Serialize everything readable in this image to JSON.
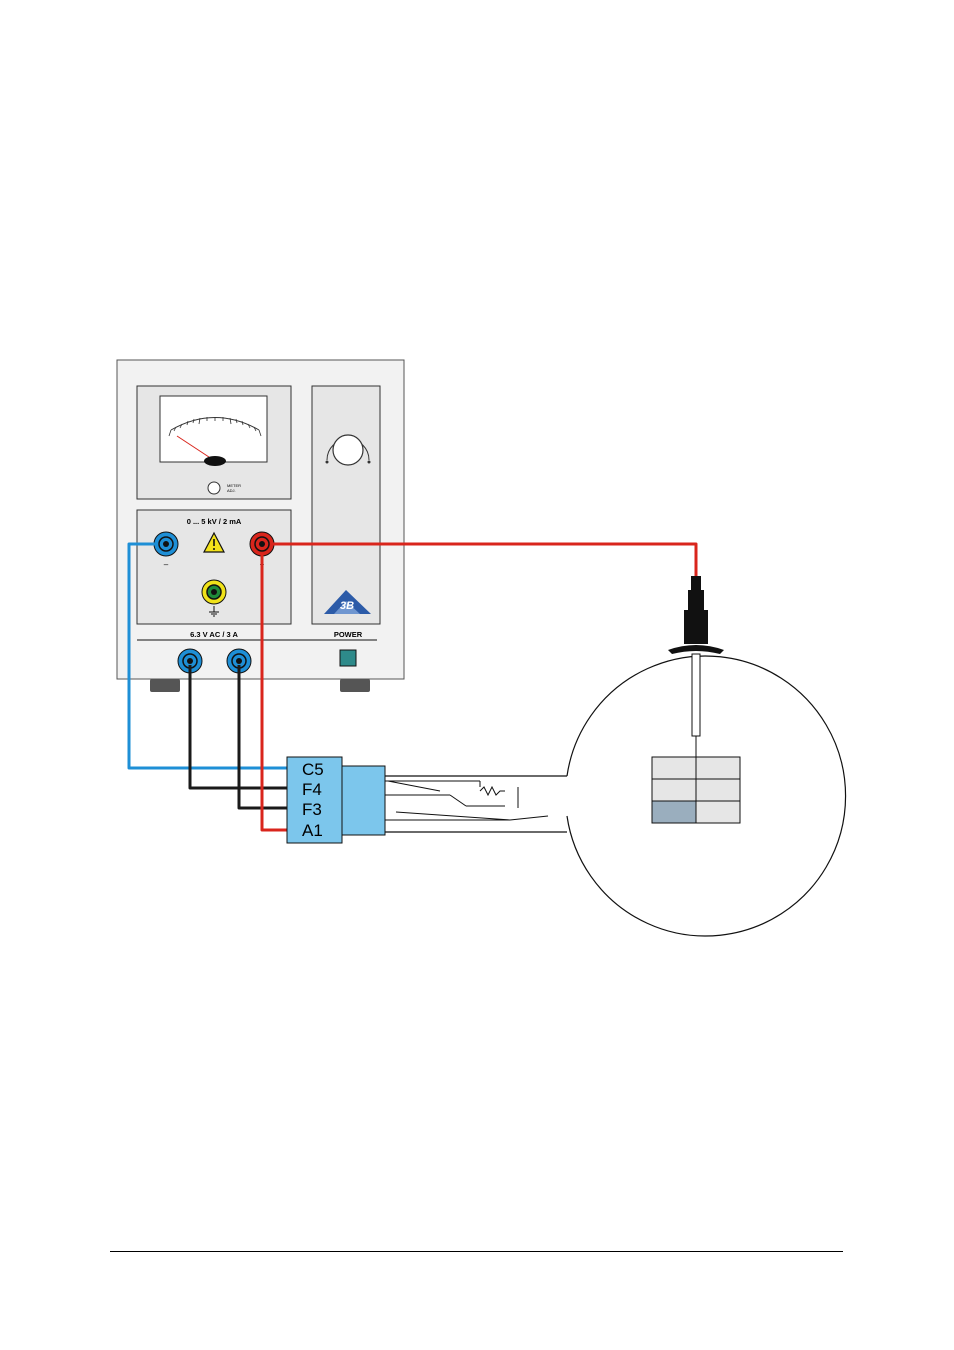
{
  "power_supply": {
    "meter_adj_label_1": "METER",
    "meter_adj_label_2": "ADJ.",
    "output_rating": "0 ... 5 kV / 2 mA",
    "minus_label": "–",
    "plus_label": "+",
    "heater_rating": "6.3 V AC / 3 A",
    "power_label": "POWER",
    "logo_text": "3B"
  },
  "connector": {
    "pins": [
      "C5",
      "F4",
      "F3",
      "A1"
    ]
  },
  "colors": {
    "panel_bg": "#f2f2f2",
    "panel_inner": "#e6e6e6",
    "blue_wire": "#1e8fd6",
    "red_wire": "#d9251c",
    "black_wire": "#1a1a1a",
    "connector_fill": "#7cc6ec",
    "power_button": "#2e8a8a",
    "ground_socket": "#f0e21a",
    "ground_core": "#1f8a3a",
    "target_highlight": "#9aaebe",
    "target_cell": "#e6e6e6"
  }
}
